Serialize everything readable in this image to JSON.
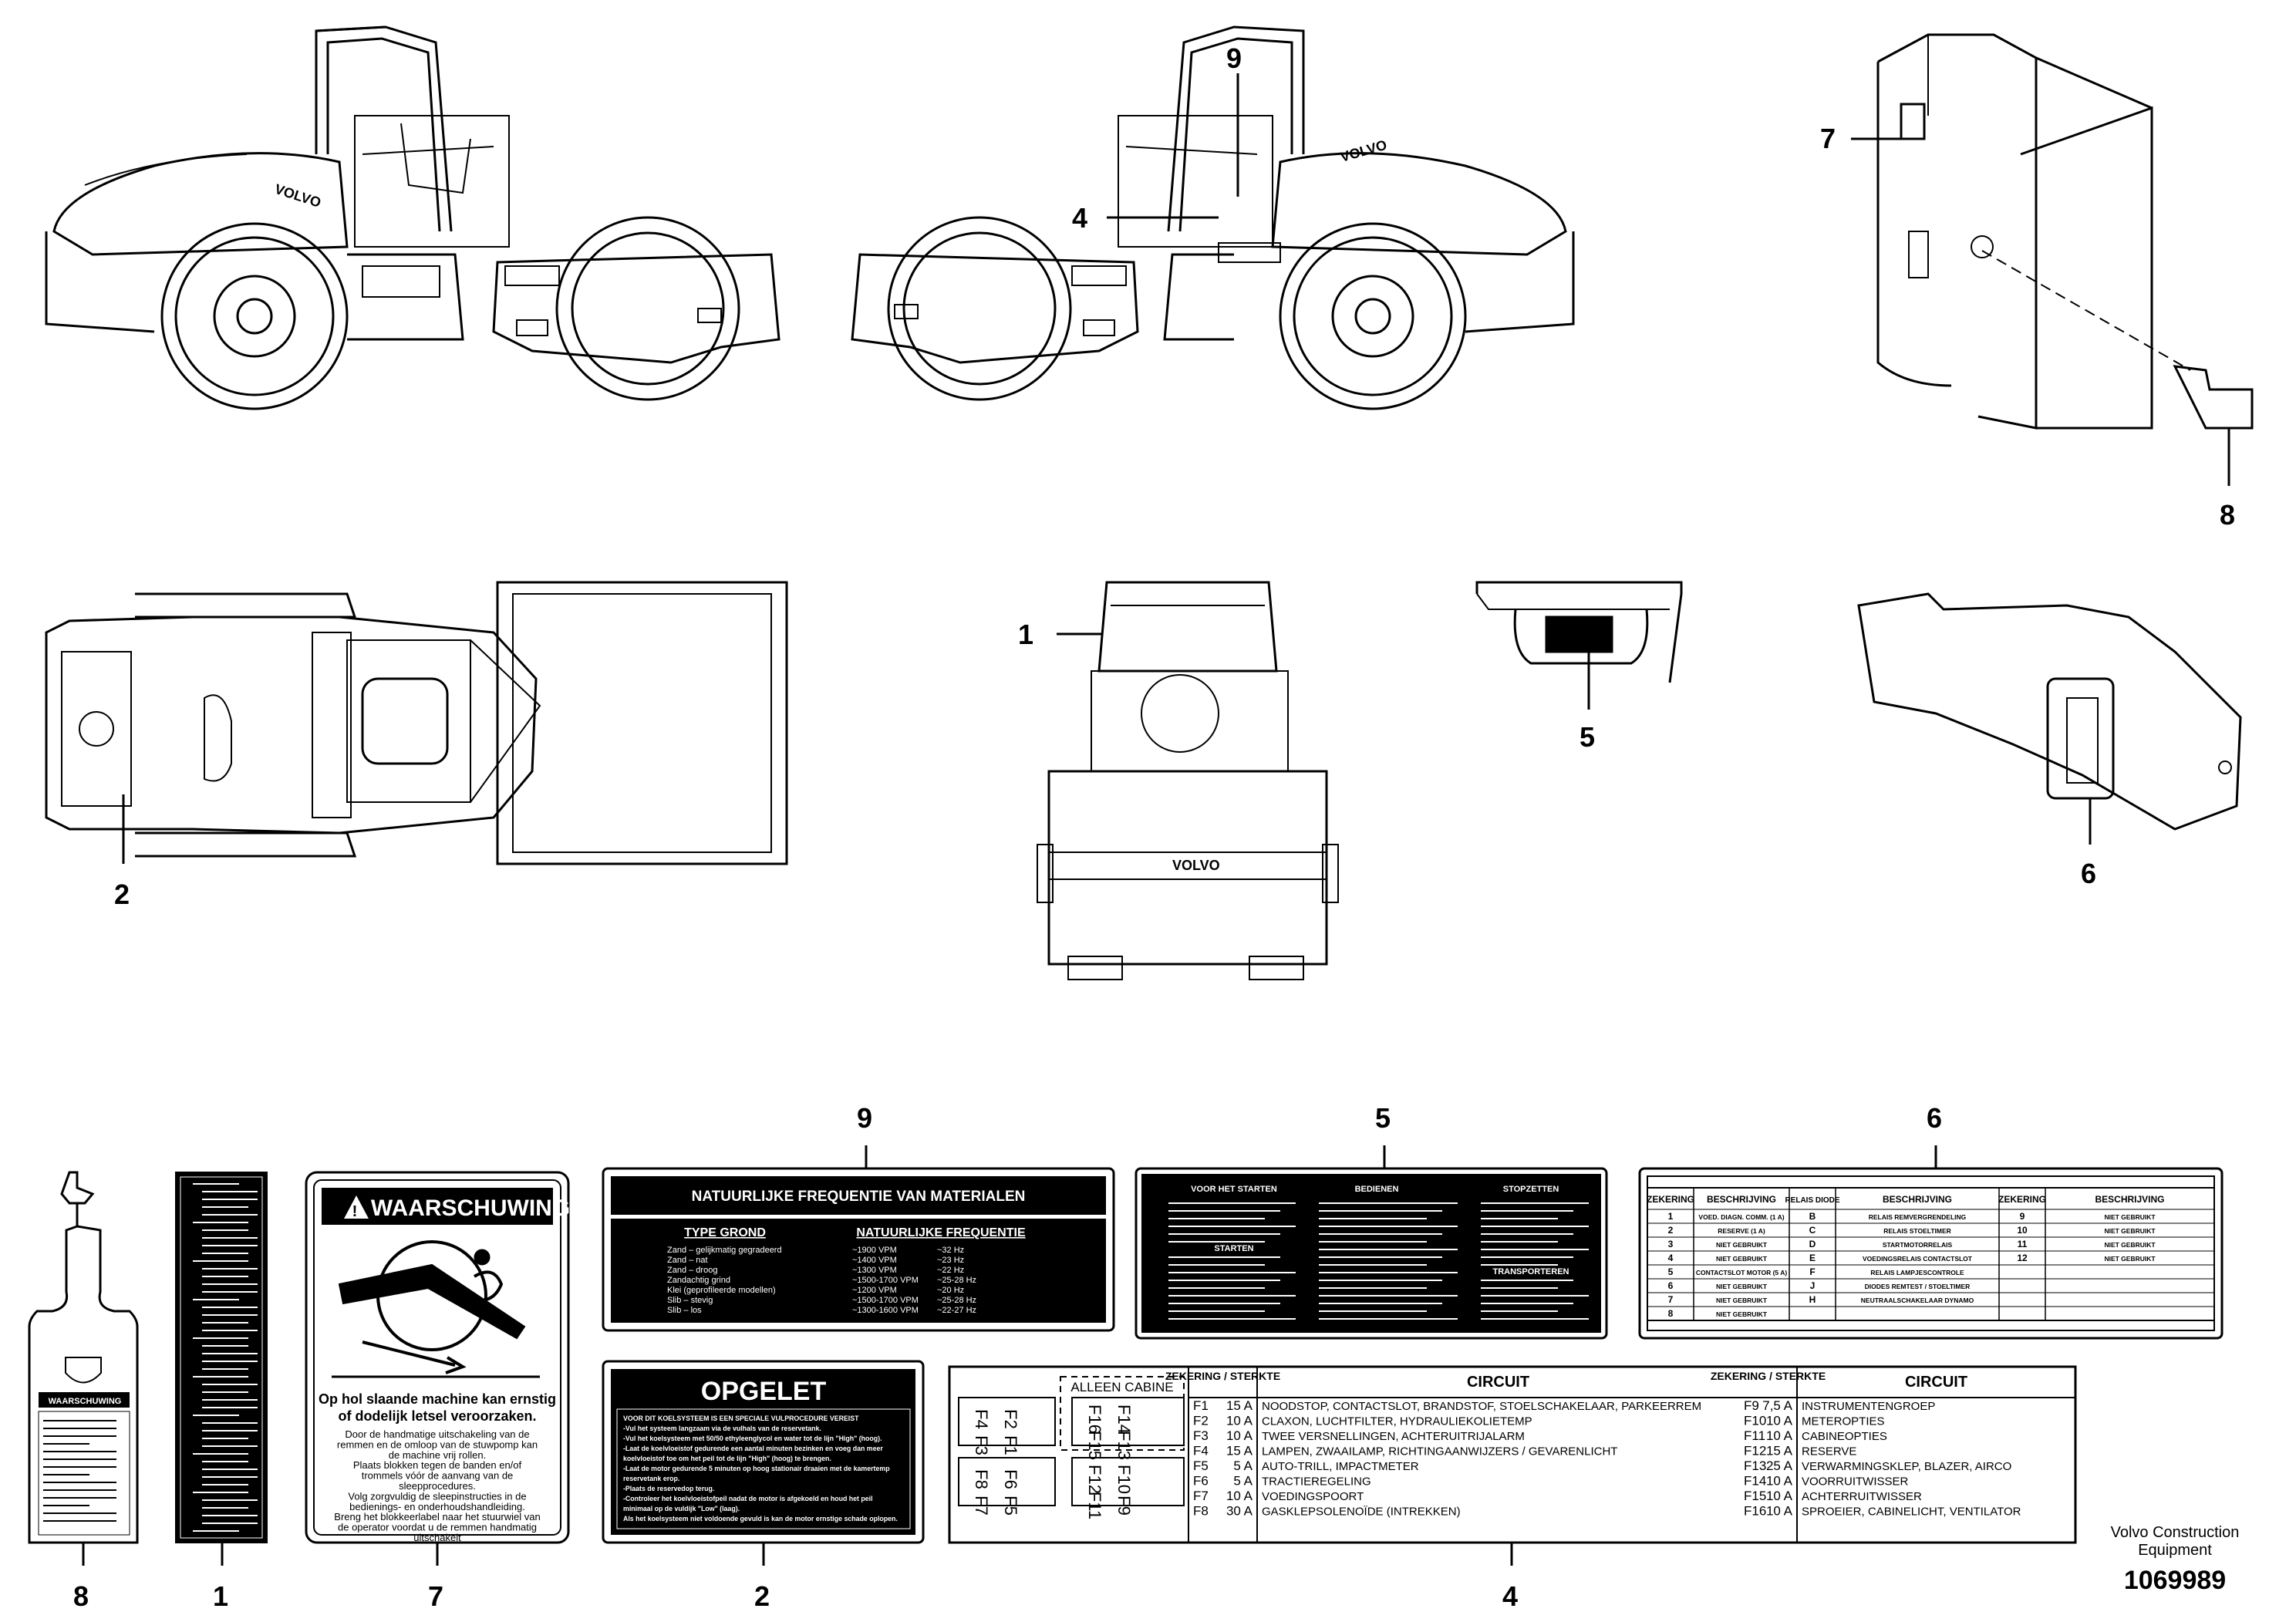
{
  "machine_brand": "VOLVO",
  "callouts": {
    "n1": "1",
    "n2": "2",
    "n4": "4",
    "n5": "5",
    "n6": "6",
    "n7": "7",
    "n8": "8",
    "n9": "9"
  },
  "footer": {
    "company_line1": "Volvo Construction",
    "company_line2": "Equipment",
    "drawing_number": "1069989"
  },
  "decal8": {
    "title": "WAARSCHUWING"
  },
  "decal7": {
    "title": "WAARSCHUWING",
    "heading_line1": "Op hol slaande machine kan ernstig",
    "heading_line2": "of dodelijk letsel veroorzaken.",
    "body": [
      "Door de handmatige uitschakeling van de",
      "remmen en de omloop van de stuwpomp kan",
      "de machine vrij rollen.",
      "Plaats blokken tegen de banden en/of",
      "trommels vóór de aanvang van de",
      "sleepprocedures.",
      "Volg zorgvuldig de sleepinstructies in de",
      "bedienings- en onderhoudshandleiding.",
      "Breng het blokkeerlabel naar het stuurwiel van",
      "de operator voordat u de remmen handmatig",
      "uitschakelt"
    ]
  },
  "decal9": {
    "title": "NATUURLIJKE FREQUENTIE VAN MATERIALEN",
    "col1": "TYPE GROND",
    "col2": "NATUURLIJKE FREQUENTIE",
    "rows": [
      [
        "Zand – gelijkmatig gegradeerd",
        "~1900 VPM",
        "~32 Hz"
      ],
      [
        "Zand – nat",
        "~1400 VPM",
        "~23 Hz"
      ],
      [
        "Zand – droog",
        "~1300 VPM",
        "~22 Hz"
      ],
      [
        "Zandachtig grind",
        "~1500-1700 VPM",
        "~25-28 Hz"
      ],
      [
        "Klei (geprofileerde modellen)",
        "~1200 VPM",
        "~20 Hz"
      ],
      [
        "Slib – stevig",
        "~1500-1700 VPM",
        "~25-28 Hz"
      ],
      [
        "Slib – los",
        "~1300-1600 VPM",
        "~22-27 Hz"
      ]
    ]
  },
  "decal2": {
    "title": "OPGELET",
    "lines": [
      "VOOR DIT KOELSYSTEEM IS EEN SPECIALE VULPROCEDURE VEREIST",
      "-Vul het systeem langzaam via de vulhals van de reservetank.",
      "-Vul het koelsysteem met 50/50 ethyleenglycol en water tot de lijn \"High\" (hoog).",
      "-Laat de koelvloeistof gedurende een aantal minuten bezinken en voeg dan meer",
      " koelvloeistof toe om het peil tot de lijn \"High\" (hoog) te brengen.",
      "-Laat de motor gedurende 5 minuten op hoog stationair draaien met de kamertemp",
      " reservetank erop.",
      "-Plaats de reservedop terug.",
      "-Controleer het koelvloeistofpeil nadat de motor is afgekoeld en houd het peil",
      " minimaal op de vuldijk \"Low\" (laag).",
      "Als het koelsysteem niet voldoende gevuld is kan de motor ernstige schade oplopen."
    ]
  },
  "decal5": {
    "headers": [
      "VOOR HET STARTEN",
      "BEDIENEN",
      "STOPZETTEN"
    ],
    "sub_headers": [
      "STARTEN",
      "TRANSPORTEREN"
    ]
  },
  "decal6": {
    "headers": [
      "ZEKERING",
      "BESCHRIJVING",
      "RELAIS DIODE",
      "BESCHRIJVING",
      "ZEKERING",
      "BESCHRIJVING"
    ],
    "rows": [
      [
        "1",
        "VOED. DIAGN. COMM. (1 A)",
        "B",
        "RELAIS REMVERGRENDELING",
        "9",
        "NIET GEBRUIKT"
      ],
      [
        "2",
        "RESERVE (1 A)",
        "C",
        "RELAIS STOELTIMER",
        "10",
        "NIET GEBRUIKT"
      ],
      [
        "3",
        "NIET GEBRUIKT",
        "D",
        "STARTMOTORRELAIS",
        "11",
        "NIET GEBRUIKT"
      ],
      [
        "4",
        "NIET GEBRUIKT",
        "E",
        "VOEDINGSRELAIS CONTACTSLOT",
        "12",
        "NIET GEBRUIKT"
      ],
      [
        "5",
        "CONTACTSLOT MOTOR (5 A)",
        "F",
        "RELAIS LAMPJESCONTROLE",
        "",
        ""
      ],
      [
        "6",
        "NIET GEBRUIKT",
        "J",
        "DIODES REMTEST / STOELTIMER",
        "",
        ""
      ],
      [
        "7",
        "NIET GEBRUIKT",
        "H",
        "NEUTRAALSCHAKELAAR DYNAMO",
        "",
        ""
      ],
      [
        "8",
        "NIET GEBRUIKT",
        "",
        "",
        "",
        ""
      ]
    ]
  },
  "decal4": {
    "cabine_label": "ALLEEN CABINE",
    "cabine_fuses": [
      "F16",
      "F15",
      "F14",
      "F13",
      "F12",
      "F11",
      "F10",
      "F9"
    ],
    "base_fuses": [
      "F4",
      "F3",
      "F2",
      "F1",
      "F8",
      "F7",
      "F6",
      "F5"
    ],
    "h_zek": "ZEKERING / STERKTE",
    "h_circuit": "CIRCUIT",
    "left": [
      [
        "F1",
        "15 A",
        "NOODSTOP, CONTACTSLOT, BRANDSTOF, STOELSCHAKELAAR, PARKEERREM"
      ],
      [
        "F2",
        "10 A",
        "CLAXON, LUCHTFILTER, HYDRAULIEKOLIETEMP"
      ],
      [
        "F3",
        "10 A",
        "TWEE VERSNELLINGEN, ACHTERUITRIJALARM"
      ],
      [
        "F4",
        "15 A",
        "LAMPEN, ZWAAILAMP, RICHTINGAANWIJZERS / GEVARENLICHT"
      ],
      [
        "F5",
        "5 A",
        "AUTO-TRILL, IMPACTMETER"
      ],
      [
        "F6",
        "5 A",
        "TRACTIEREGELING"
      ],
      [
        "F7",
        "10 A",
        "VOEDINGSPOORT"
      ],
      [
        "F8",
        "30 A",
        "GASKLEPSOLENOÏDE (INTREKKEN)"
      ]
    ],
    "right": [
      [
        "F9",
        "7,5 A",
        "INSTRUMENTENGROEP"
      ],
      [
        "F10",
        "10 A",
        "METEROPTIES"
      ],
      [
        "F11",
        "10 A",
        "CABINEOPTIES"
      ],
      [
        "F12",
        "15 A",
        "RESERVE"
      ],
      [
        "F13",
        "25 A",
        "VERWARMINGSKLEP, BLAZER, AIRCO"
      ],
      [
        "F14",
        "10 A",
        "VOORRUITWISSER"
      ],
      [
        "F15",
        "10 A",
        "ACHTERRUITWISSER"
      ],
      [
        "F16",
        "10 A",
        "SPROEIER, CABINELICHT, VENTILATOR"
      ]
    ]
  }
}
